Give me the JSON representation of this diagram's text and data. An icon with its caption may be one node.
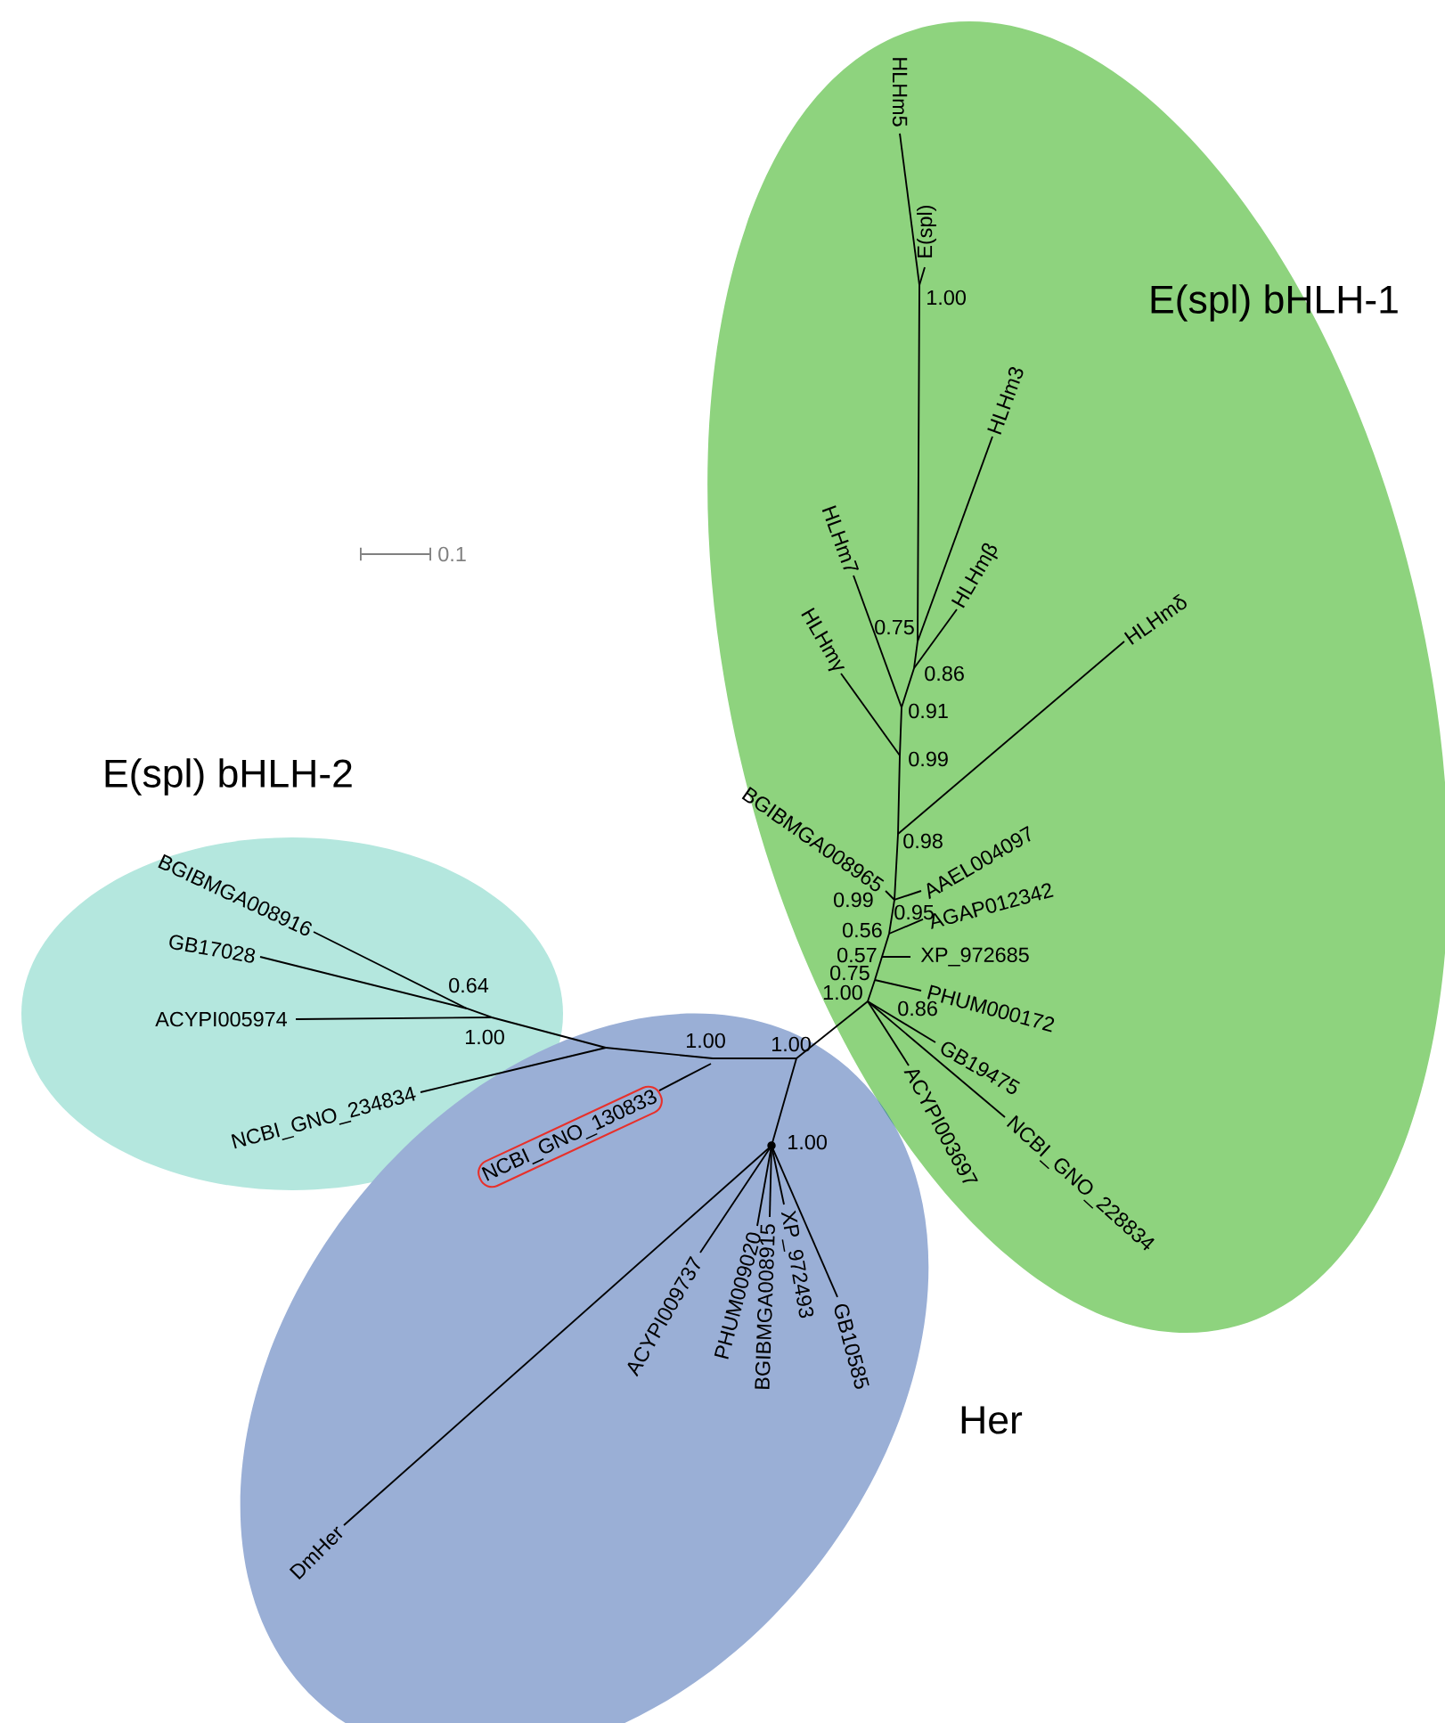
{
  "diagram": {
    "nodes": [
      {
        "text": [
          "E(spl) bHLH-1"
        ]
      },
      {
        "text": [
          "E(spl) bHLH-2"
        ]
      },
      {
        "text": [
          "Her"
        ]
      },
      {
        "text": [
          "NCBI_GNO_130833"
        ],
        "in": 2
      }
    ],
    "edges": [
      {
        "from": null,
        "to": 3,
        "arrow": "none"
      }
    ],
    "labels": [
      "0.1",
      "HLHm5",
      "E(spl)",
      "1.00",
      "HLHm3",
      "HLHm7",
      "HLHmβ",
      "0.75",
      "HLHmγ",
      "HLHmδ",
      "0.86",
      "0.91",
      "0.99",
      "0.98",
      "BGIBMGA008965",
      "AAEL004097",
      "0.99",
      "0.95",
      "0.56",
      "AGAP012342",
      "0.57",
      "XP_972685",
      "0.75",
      "PHUM000172",
      "1.00",
      "0.86",
      "GB19475",
      "ACYPI003697",
      "NCBI_GNO_228834",
      "BGIBMGA008916",
      "GB17028",
      "0.64",
      "ACYPI005974",
      "1.00",
      "1.00",
      "1.00",
      "NCBI_GNO_234834",
      "1.00",
      "ACYPI009737",
      "PHUM009020",
      "BGIBMGA008915",
      "XP_972493",
      "GB10585",
      "DmHer"
    ]
  }
}
